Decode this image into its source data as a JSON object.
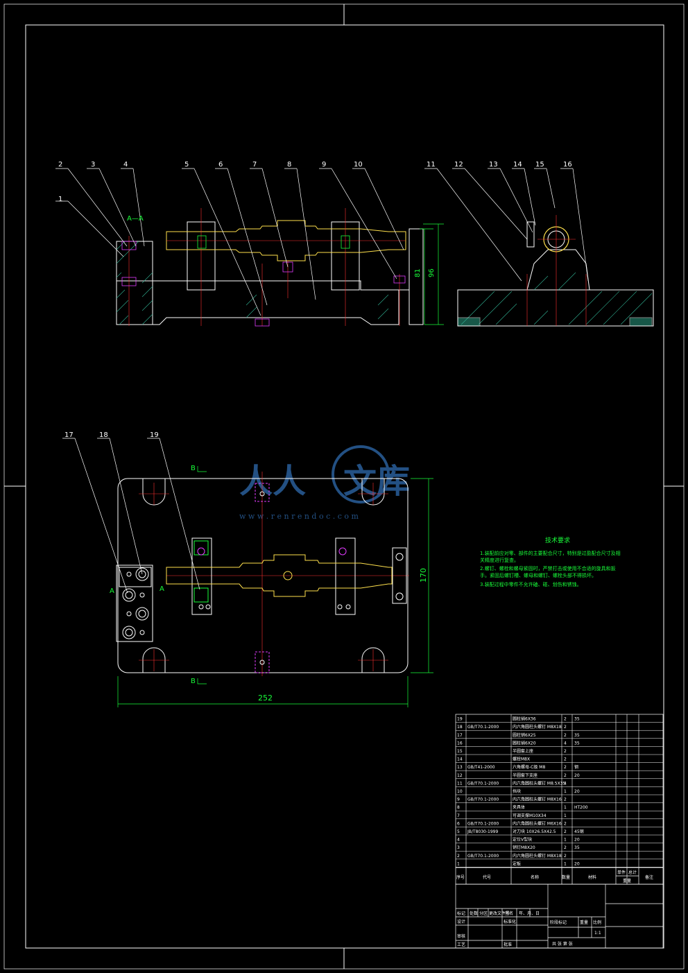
{
  "leaders_top": [
    "1",
    "2",
    "3",
    "4",
    "5",
    "6",
    "7",
    "8",
    "9",
    "10",
    "11",
    "12",
    "13",
    "14",
    "15",
    "16"
  ],
  "leaders_bottom": [
    "17",
    "18",
    "19"
  ],
  "section_label": "A—A",
  "section_marks": {
    "a": "A",
    "b": "B"
  },
  "dimensions": {
    "h81": "81",
    "h96": "96",
    "w252": "252",
    "h170": "170"
  },
  "watermark": {
    "cn1": "人人",
    "cn2": "文库",
    "url": "w w w . r e n r e n d o c . c o m"
  },
  "tech": {
    "title": "技术要求",
    "lines": [
      "1.装配前应对零、部件的主要配合尺寸，特别是过盈配合尺寸及相",
      "  关精度进行复查。",
      "2.螺钉、螺栓和螺母紧固时，严禁打击或使用不合适的旋具和扳",
      "  手。紧固后螺钉槽、螺母和螺钉、螺栓头部不得损坏。",
      "3.装配过程中零件不允许磕、碰、划伤和锈蚀。"
    ]
  },
  "bom": [
    {
      "no": "19",
      "code": "",
      "name": "圆柱销6X36",
      "qty": "2",
      "mat": "35"
    },
    {
      "no": "18",
      "code": "GB/T70.1-2000",
      "name": "内六角圆柱头螺钉 M8X18",
      "qty": "2",
      "mat": ""
    },
    {
      "no": "17",
      "code": "",
      "name": "圆柱销6X25",
      "qty": "2",
      "mat": "35"
    },
    {
      "no": "16",
      "code": "",
      "name": "圆柱销6X20",
      "qty": "4",
      "mat": "35"
    },
    {
      "no": "15",
      "code": "",
      "name": "半圆套上座",
      "qty": "2",
      "mat": ""
    },
    {
      "no": "14",
      "code": "",
      "name": "螺栓M8X",
      "qty": "2",
      "mat": ""
    },
    {
      "no": "13",
      "code": "GB/T41-2000",
      "name": "六角螺母-C级 M8",
      "qty": "2",
      "mat": "钢"
    },
    {
      "no": "12",
      "code": "",
      "name": "半圆套下支座",
      "qty": "2",
      "mat": "20"
    },
    {
      "no": "11",
      "code": "GB/T70.1-2000",
      "name": "内六角圆柱头螺钉 M8.5X35",
      "qty": "4",
      "mat": ""
    },
    {
      "no": "10",
      "code": "",
      "name": "挡块",
      "qty": "1",
      "mat": "20"
    },
    {
      "no": "9",
      "code": "GB/T70.1-2000",
      "name": "内六角圆柱头螺钉 M8X16",
      "qty": "2",
      "mat": ""
    },
    {
      "no": "8",
      "code": "",
      "name": "夹具体",
      "qty": "1",
      "mat": "HT200"
    },
    {
      "no": "7",
      "code": "",
      "name": "可调支撑M10X34",
      "qty": "1",
      "mat": ""
    },
    {
      "no": "6",
      "code": "GB/T70.1-2000",
      "name": "内六角圆柱头螺钉 M6X16",
      "qty": "2",
      "mat": ""
    },
    {
      "no": "5",
      "code": "JB/T8030-1999",
      "name": "对刀块 10X26.5X42.5",
      "qty": "2",
      "mat": "45钢"
    },
    {
      "no": "4",
      "code": "",
      "name": "定位V型块",
      "qty": "1",
      "mat": "20"
    },
    {
      "no": "3",
      "code": "",
      "name": "销钉M8X20",
      "qty": "2",
      "mat": "35"
    },
    {
      "no": "2",
      "code": "GB/T70.1-2000",
      "name": "内六角圆柱头螺钉 M8X18",
      "qty": "2",
      "mat": ""
    },
    {
      "no": "1",
      "code": "",
      "name": "定板",
      "qty": "1",
      "mat": "20"
    }
  ],
  "bom_head": {
    "no": "序号",
    "code": "代号",
    "name": "名称",
    "qty": "数量",
    "mat": "材料",
    "single": "单件",
    "total": "总计",
    "weight": "重量",
    "note": "备注"
  },
  "title_block": {
    "r1": [
      "标记",
      "处数",
      "分区",
      "更改文件号",
      "签名",
      "年、月、日"
    ],
    "design": "设计",
    "std": "标准化",
    "stage": "阶段标记",
    "mass": "重量",
    "scale": "比例",
    "scale_val": "1:1",
    "check": "审核",
    "craft": "工艺",
    "approve": "批准",
    "sheets": "共  张  第  张"
  }
}
